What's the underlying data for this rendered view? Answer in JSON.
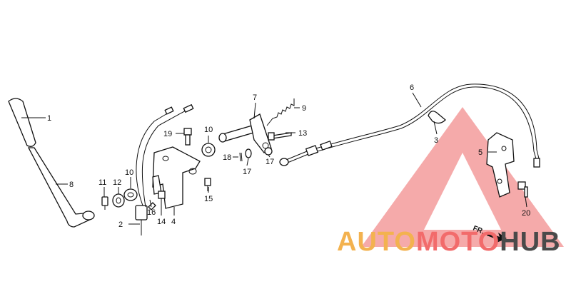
{
  "callouts": [
    {
      "id": "1",
      "label": "1"
    },
    {
      "id": "2",
      "label": "2"
    },
    {
      "id": "3",
      "label": "3"
    },
    {
      "id": "4",
      "label": "4"
    },
    {
      "id": "5",
      "label": "5"
    },
    {
      "id": "6",
      "label": "6"
    },
    {
      "id": "7",
      "label": "7"
    },
    {
      "id": "8",
      "label": "8"
    },
    {
      "id": "9",
      "label": "9"
    },
    {
      "id": "10a",
      "label": "10"
    },
    {
      "id": "10b",
      "label": "10"
    },
    {
      "id": "11",
      "label": "11"
    },
    {
      "id": "12",
      "label": "12"
    },
    {
      "id": "13",
      "label": "13"
    },
    {
      "id": "14",
      "label": "14"
    },
    {
      "id": "15",
      "label": "15"
    },
    {
      "id": "16",
      "label": "16"
    },
    {
      "id": "17a",
      "label": "17"
    },
    {
      "id": "17b",
      "label": "17"
    },
    {
      "id": "18",
      "label": "18"
    },
    {
      "id": "19",
      "label": "19"
    },
    {
      "id": "20",
      "label": "20"
    }
  ],
  "direction_marker": {
    "label": "FR."
  },
  "watermark": {
    "parts": [
      {
        "text": "AUTO",
        "color": "#f3b24f"
      },
      {
        "text": "MOTO",
        "color": "#f26b6b"
      },
      {
        "text": "HUB",
        "color": "#4a4a4a"
      }
    ],
    "triangle_color": "#f07b7b"
  }
}
